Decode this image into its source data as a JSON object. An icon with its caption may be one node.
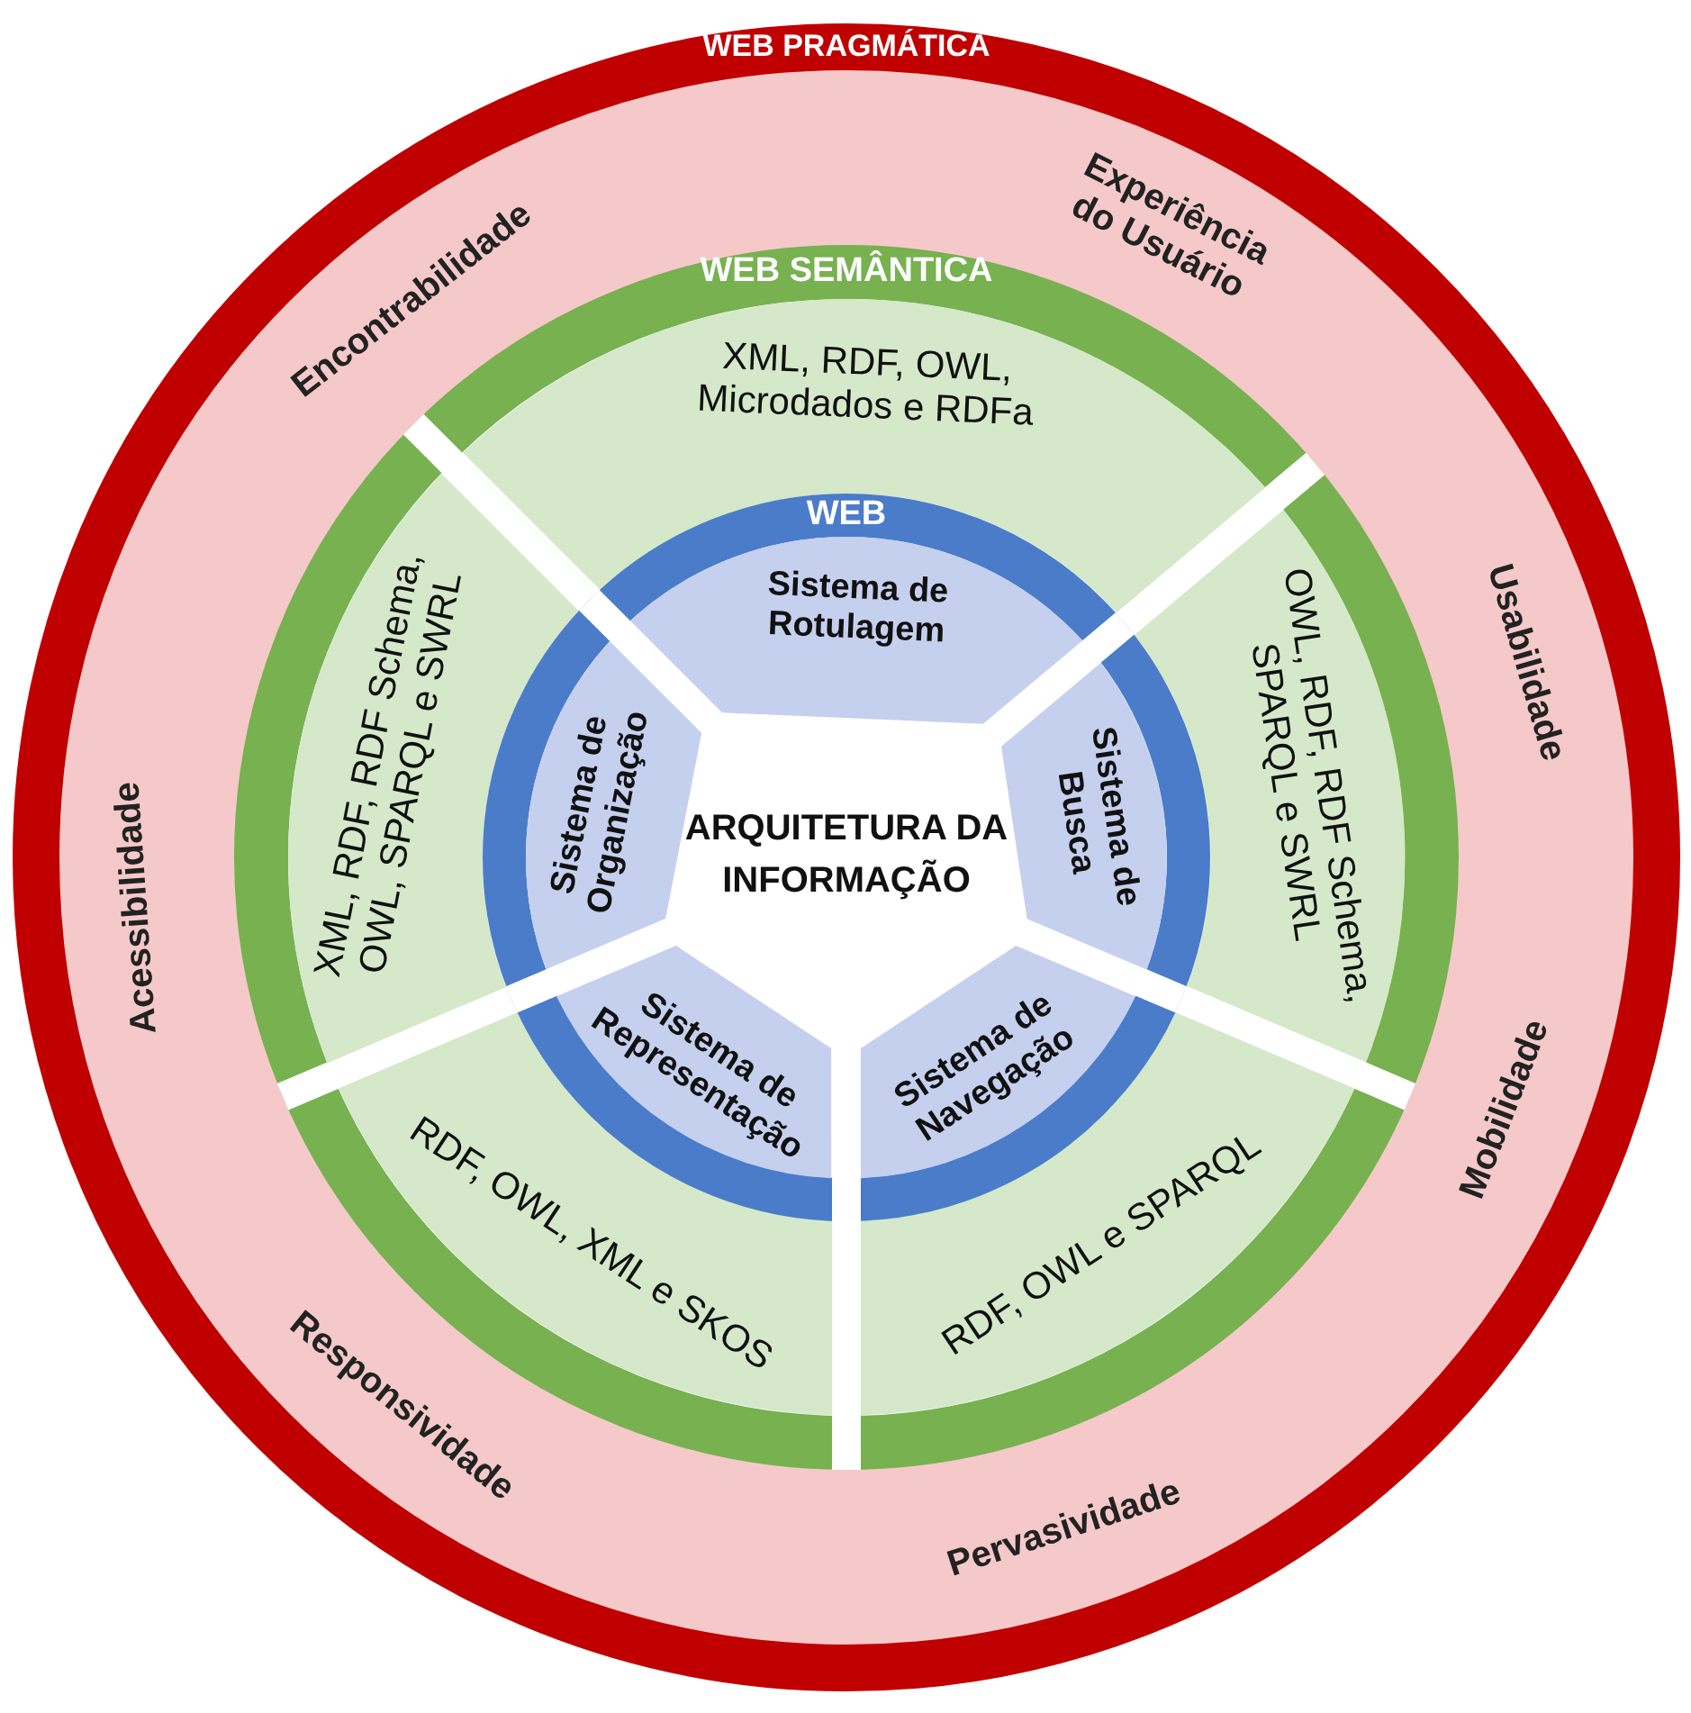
{
  "diagram": {
    "nodes": [
      {
        "text": [
          "WEB PRAGMÁTICA"
        ]
      },
      {
        "text": [
          "WEB SEMÂNTICA"
        ],
        "in": 0
      },
      {
        "text": [
          "XML, RDF, OWL, Microdados e RDFa"
        ],
        "in": 1
      },
      {
        "text": [
          "XML, RDF, RDF Schema, OWL, SPARQL e SWRL"
        ],
        "in": 1
      },
      {
        "text": [
          "OWL, RDF, RDF Schema, SPARQL e SWRL"
        ],
        "in": 1
      },
      {
        "text": [
          "RDF, OWL, XML e SKOS"
        ],
        "in": 1
      },
      {
        "text": [
          "RDF, OWL e SPARQL"
        ],
        "in": 1
      },
      {
        "text": [
          "WEB"
        ],
        "in": 1
      },
      {
        "text": [
          "Sistema de Rotulagem"
        ],
        "in": 7
      },
      {
        "text": [
          "Sistema de Organização"
        ],
        "in": 7
      },
      {
        "text": [
          "Sistema de Busca"
        ],
        "in": 7
      },
      {
        "text": [
          "Sistema de Representação"
        ],
        "in": 7
      },
      {
        "text": [
          "Sistema de Navegação"
        ],
        "in": 7
      },
      {
        "text": [
          "ARQUITETURA DA INFORMAÇÃO"
        ],
        "in": 7
      }
    ],
    "labels": [
      "Experiência do Usuário",
      "Encontrabilidade",
      "Usabilidade",
      "Acessibilidade",
      "Mobilidade",
      "Responsividade",
      "Pervasividade"
    ]
  }
}
